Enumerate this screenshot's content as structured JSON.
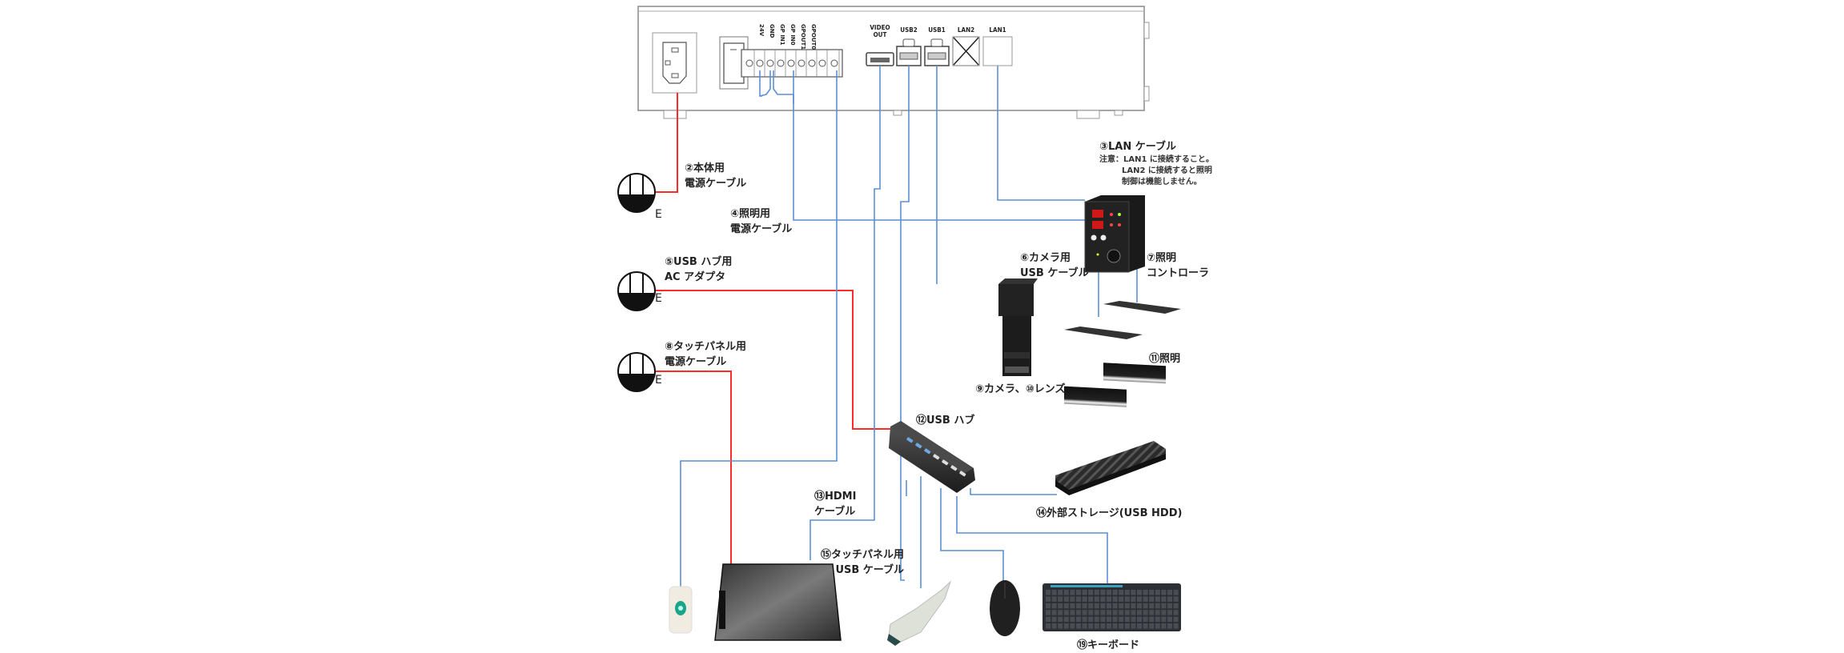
{
  "diagram": {
    "title": "System connection diagram",
    "colors": {
      "power_line": "#ff2a2a",
      "signal_line": "#5b8fd6",
      "device_outline": "#888888",
      "device_dark": "#1e1e1e"
    },
    "controller_unit": {
      "ports": {
        "terminals": [
          "24V",
          "GND",
          "GP IN1",
          "GP IN0",
          "GPOUT1",
          "GPOUT0"
        ],
        "video_out": "VIDEO\nOUT",
        "video_out_l1": "VIDEO",
        "video_out_l2": "OUT",
        "usb2": "USB2",
        "usb1": "USB1",
        "lan2": "LAN2",
        "lan1": "LAN1"
      }
    },
    "outlets": [
      {
        "ground_label": "E"
      },
      {
        "ground_label": "E"
      },
      {
        "ground_label": "E"
      }
    ],
    "labels": {
      "cable_2_l1": "②本体用",
      "cable_2_l2": "電源ケーブル",
      "cable_3": "③LAN ケーブル",
      "cable_3_note_l1": "注意：LAN1 に接続すること。",
      "cable_3_note_l2": "LAN2 に接続すると照明",
      "cable_3_note_l3": "制御は機能しません。",
      "cable_4_l1": "④照明用",
      "cable_4_l2": "電源ケーブル",
      "cable_5_l1": "⑤USB ハブ用",
      "cable_5_l2": "AC アダプタ",
      "cable_6_l1": "⑥カメラ用",
      "cable_6_l2": "USB ケーブル",
      "device_7_l1": "⑦照明",
      "device_7_l2": "コントローラ",
      "cable_8_l1": "⑧タッチパネル用",
      "cable_8_l2": "電源ケーブル",
      "device_9_10": "⑨カメラ、⑩レンズ",
      "device_11": "⑪照明",
      "device_12": "⑫USB ハブ",
      "cable_13_l1": "⑬HDMI",
      "cable_13_l2": "ケーブル",
      "device_14": "⑭外部ストレージ(USB HDD)",
      "cable_15_l1": "⑮タッチパネル用",
      "cable_15_l2": "USB ケーブル",
      "keyboard_partial": "⑲キーボード"
    }
  }
}
